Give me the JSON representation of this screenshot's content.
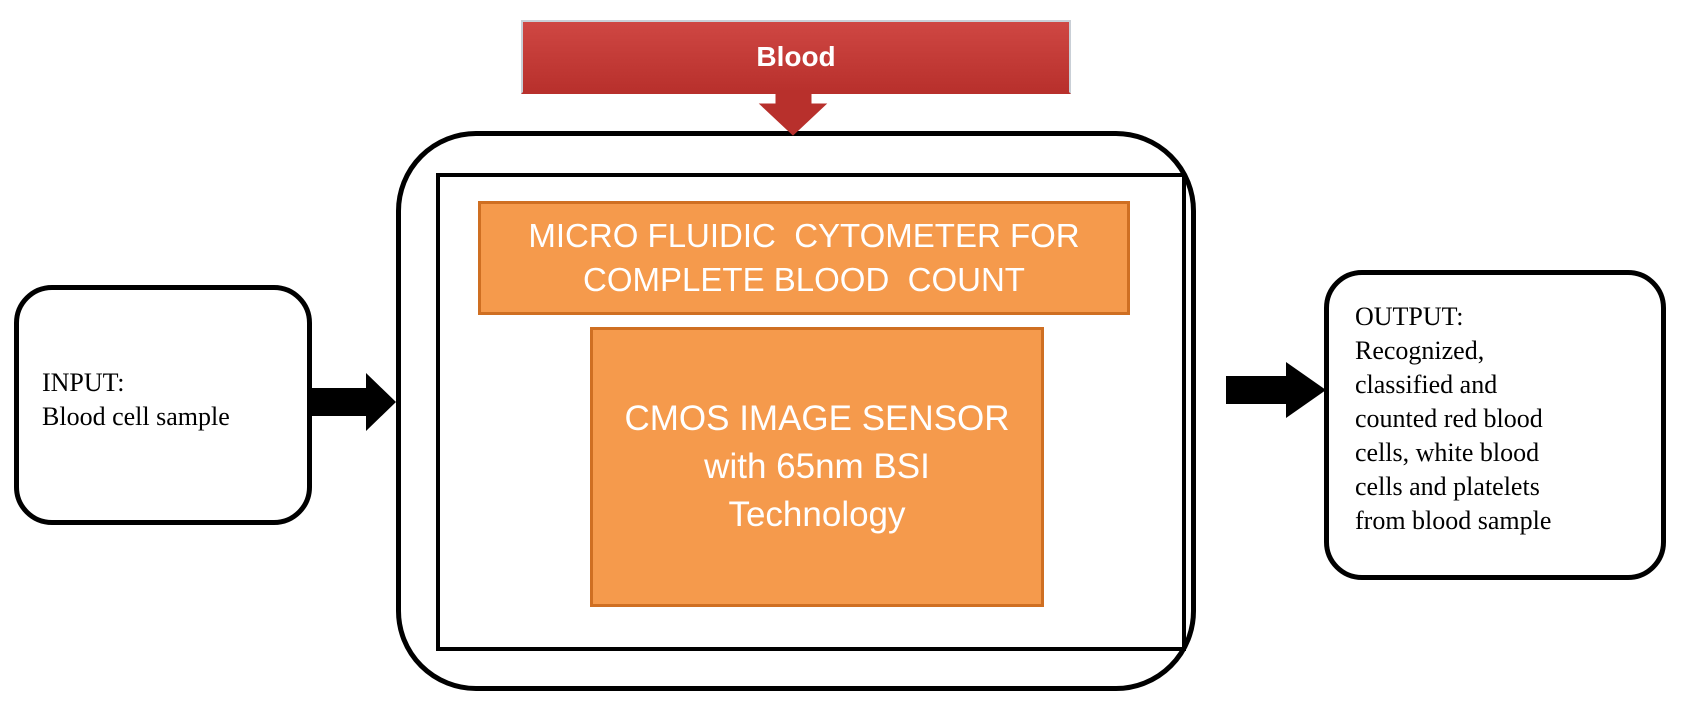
{
  "banner": {
    "label": "Blood",
    "fill": "#c23a36"
  },
  "input": {
    "title": "INPUT:",
    "body": "Blood cell sample"
  },
  "device": {
    "cytometer_lines": [
      "MICRO FLUIDIC  CYTOMETER FOR",
      "COMPLETE BLOOD  COUNT"
    ],
    "sensor_lines": [
      "CMOS IMAGE SENSOR",
      "with 65nm BSI",
      "Technology"
    ],
    "block_fill": "#f59a4c"
  },
  "output": {
    "title": "OUTPUT:",
    "lines": [
      "Recognized,",
      "classified and",
      "counted red blood",
      "cells, white blood",
      "cells and platelets",
      "from blood sample"
    ]
  }
}
